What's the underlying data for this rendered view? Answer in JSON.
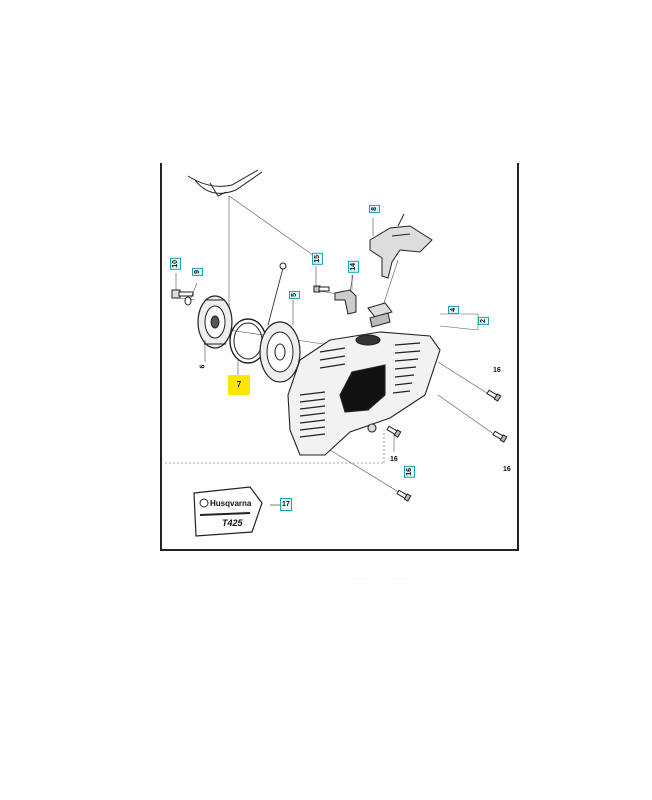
{
  "callouts": {
    "c10": "10",
    "c9": "9",
    "c6a": "6",
    "c5": "5",
    "c7": "7",
    "c8": "8",
    "c15": "15",
    "c14": "14",
    "c4": "4",
    "c2": "2",
    "c16_right_upper": "16",
    "c16_right_lower": "16",
    "c16_bottom_left": "16",
    "c16_box": "16",
    "c17": "17"
  },
  "decal": {
    "brand": "Husqvarna",
    "model": "T425"
  },
  "footer": {
    "text": "· · · · · · · · · · · · · · · ·"
  },
  "colors": {
    "callout_border": "#1aa3b8",
    "highlight": "#ffe600",
    "line": "#222222"
  }
}
